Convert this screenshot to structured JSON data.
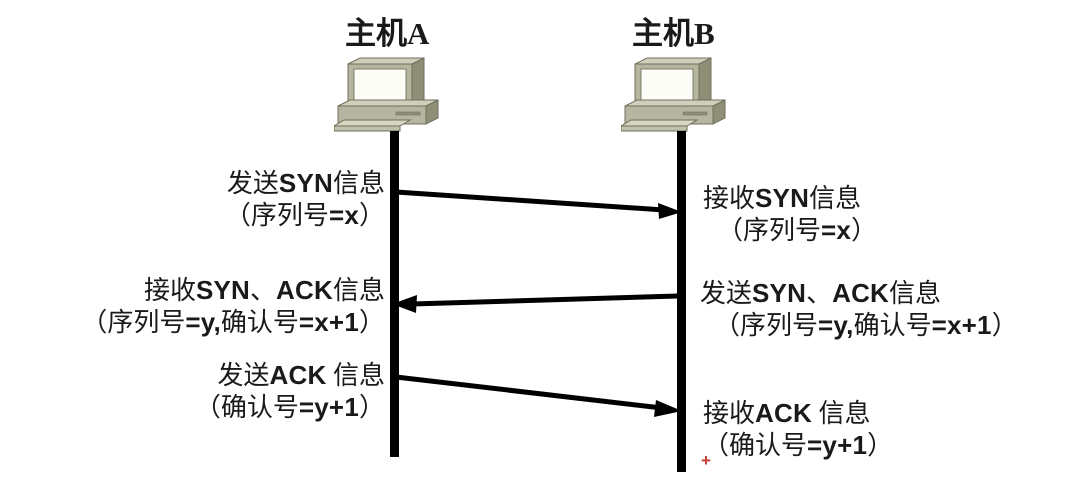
{
  "diagram": {
    "title_a": "主机A",
    "title_b": "主机B",
    "icon_a": "computer-icon",
    "icon_b": "computer-icon",
    "colors": {
      "line": "#000000",
      "icon_body": "#b5b5a0",
      "icon_top": "#c9c9b4",
      "icon_dark": "#8f8f78",
      "icon_screen": "#fdfdf8",
      "annotation_red": "#c0392b",
      "text": "#1a1a1a"
    }
  },
  "messages": {
    "m1_left": {
      "line1_cn_a": "发送",
      "line1_en": "SYN",
      "line1_cn_b": "信息",
      "line2_open": "（",
      "line2_cn_a": "序列号",
      "line2_en": "=x",
      "line2_close": "）"
    },
    "m1_right": {
      "line1_cn_a": "接收",
      "line1_en": "SYN",
      "line1_cn_b": "信息",
      "line2_open": "（",
      "line2_cn_a": "序列号",
      "line2_en": "=x",
      "line2_close": "）"
    },
    "m2_left": {
      "line1_cn_a": "接收",
      "line1_en": "SYN",
      "line1_cn_b": "、",
      "line1_en_b": "ACK",
      "line1_cn_c": "信息",
      "line2_open": "（",
      "line2_cn_a": "序列号",
      "line2_en_a": "=y,",
      "line2_cn_b": "确认号",
      "line2_en_b": "=x+1",
      "line2_close": "）"
    },
    "m2_right": {
      "line1_cn_a": "发送",
      "line1_en": "SYN",
      "line1_cn_b": "、",
      "line1_en_b": "ACK",
      "line1_cn_c": "信息",
      "line2_open": "（",
      "line2_cn_a": "序列号",
      "line2_en_a": "=y,",
      "line2_cn_b": "确认号",
      "line2_en_b": "=x+1",
      "line2_close": "）"
    },
    "m3_left": {
      "line1_cn_a": "发送",
      "line1_en": "ACK",
      "line1_cn_b": " 信息",
      "line2_open": "（",
      "line2_cn_a": "确认号",
      "line2_en": "=y+1",
      "line2_close": "）"
    },
    "m3_right": {
      "line1_cn_a": "接收",
      "line1_en": "ACK",
      "line1_cn_b": " 信息",
      "line2_open": "（",
      "line2_cn_a": "确认号",
      "line2_en": "=y+1",
      "line2_close": "）"
    }
  },
  "annotations": {
    "stray_plus": "+"
  }
}
